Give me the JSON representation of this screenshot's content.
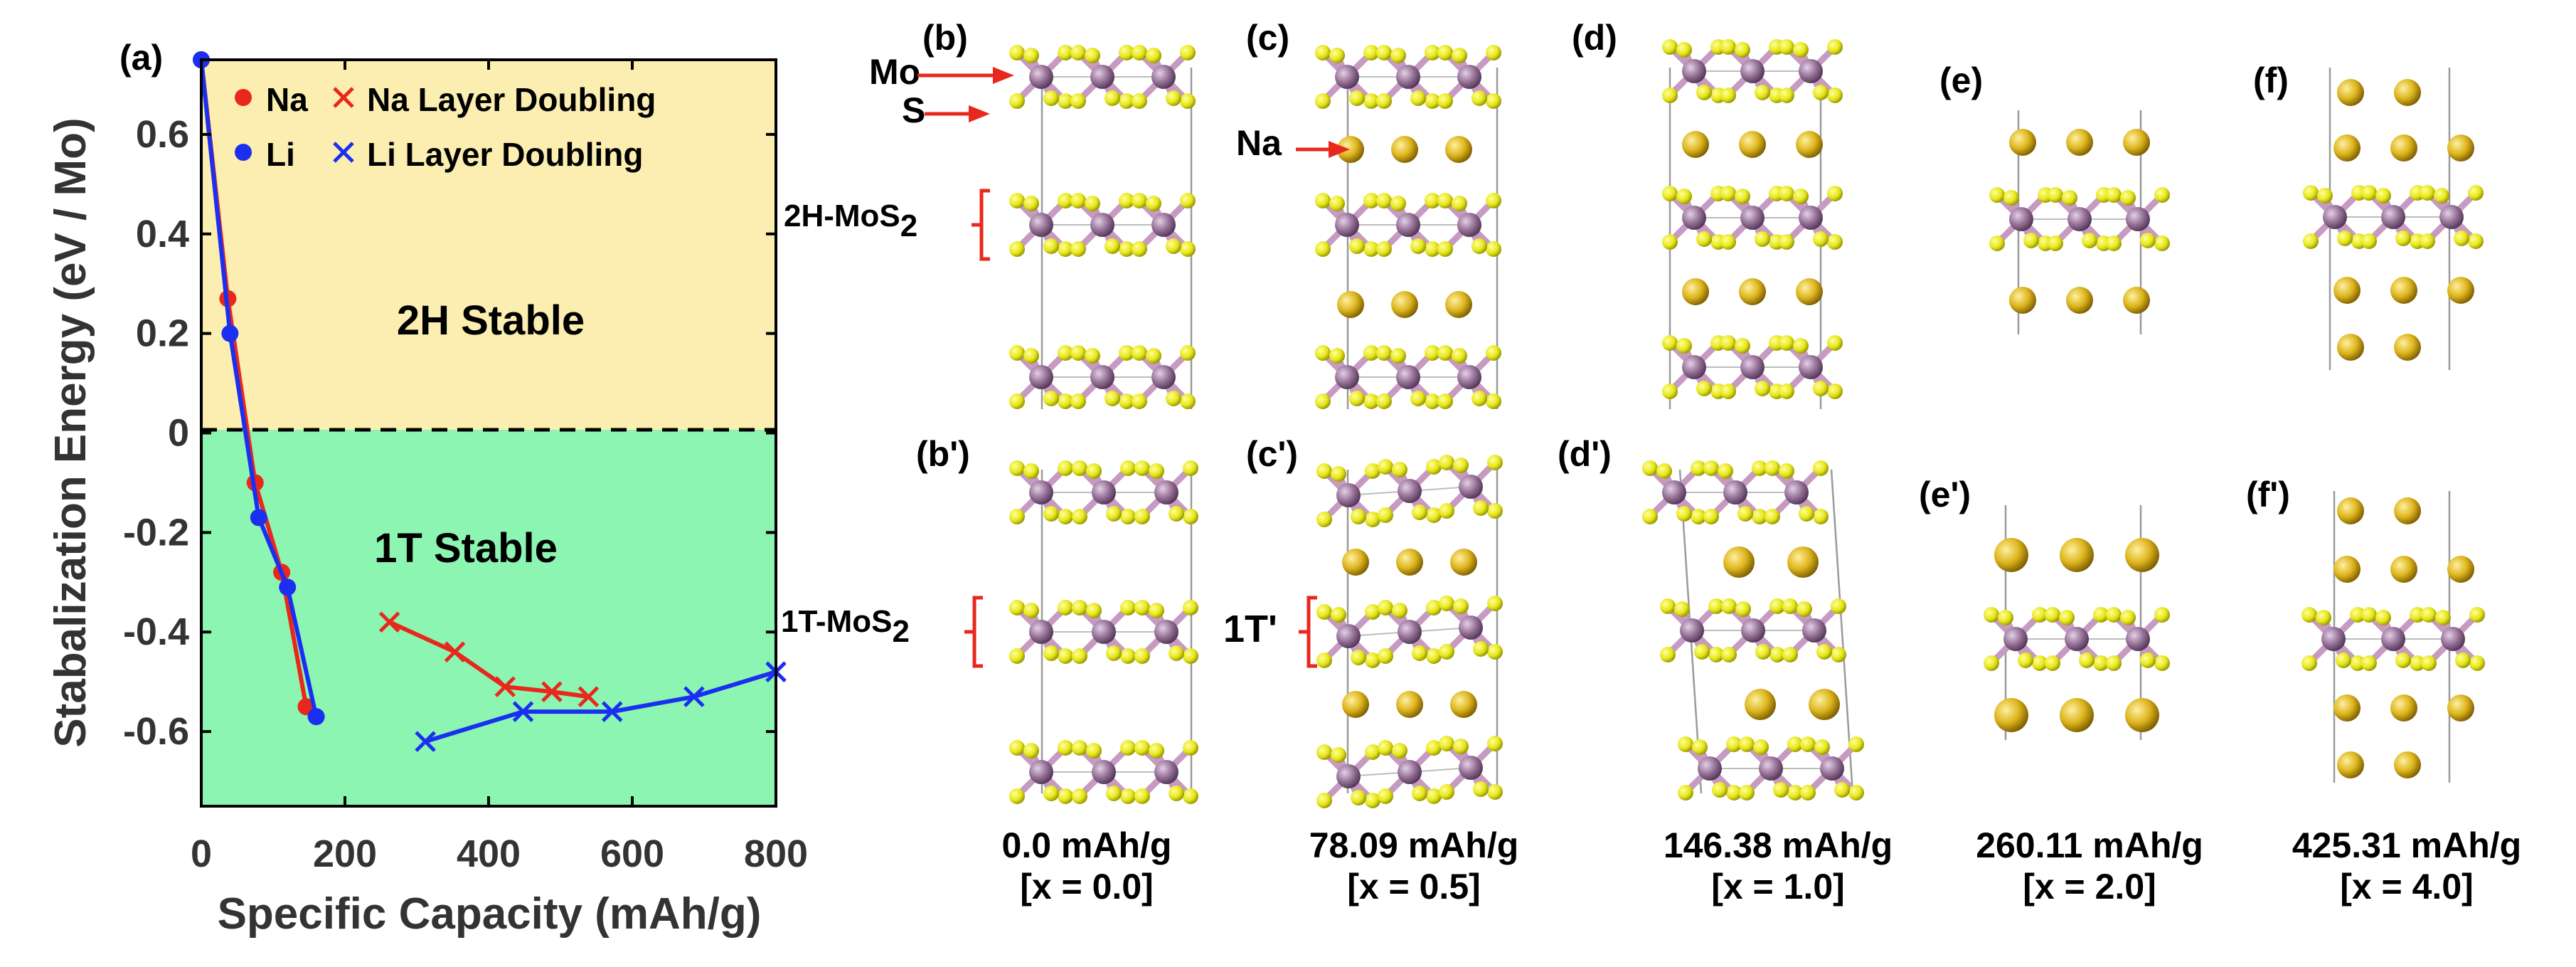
{
  "chart_data": {
    "type": "line",
    "panel_label": "(a)",
    "xlabel": "Specific Capacity (mAh/g)",
    "ylabel": "Stabalization Energy (eV / Mo)",
    "xlim": [
      0,
      800
    ],
    "ylim": [
      -0.75,
      0.75
    ],
    "xticks": [
      0,
      200,
      400,
      600,
      800
    ],
    "xtick_labels": [
      "0",
      "200",
      "400",
      "600",
      "800"
    ],
    "yticks": [
      0.6,
      0.4,
      0.2,
      0,
      -0.2,
      -0.4,
      -0.6
    ],
    "ytick_labels": [
      "0.6",
      "0.4",
      "0.2",
      "0",
      "-0.2",
      "-0.4",
      "-0.6"
    ],
    "grid": false,
    "legend_position": "top",
    "zero_line": {
      "y": 0,
      "style": "dashed"
    },
    "regions": [
      {
        "label": "2H Stable",
        "y_range": [
          0,
          0.75
        ],
        "color": "#fbeeb0"
      },
      {
        "label": "1T Stable",
        "y_range": [
          -0.75,
          0
        ],
        "color": "#8cf5b2"
      }
    ],
    "series": [
      {
        "name": "Na",
        "marker": "circle",
        "color": "#e8281c",
        "x": [
          0,
          37,
          75,
          112,
          146
        ],
        "y": [
          0.75,
          0.27,
          -0.1,
          -0.28,
          -0.55
        ]
      },
      {
        "name": "Li",
        "marker": "circle",
        "color": "#1a2ff0",
        "x": [
          0,
          40,
          80,
          120,
          160
        ],
        "y": [
          0.75,
          0.2,
          -0.17,
          -0.31,
          -0.57
        ]
      },
      {
        "name": "Na Layer Doubling",
        "marker": "x",
        "color": "#e8281c",
        "x": [
          262,
          353,
          423,
          488,
          539
        ],
        "y": [
          -0.38,
          -0.44,
          -0.51,
          -0.52,
          -0.53
        ]
      },
      {
        "name": "Li Layer Doubling",
        "marker": "x",
        "color": "#1a2ff0",
        "x": [
          312,
          448,
          572,
          686,
          800
        ],
        "y": [
          -0.62,
          -0.56,
          -0.56,
          -0.53,
          -0.48
        ]
      }
    ]
  },
  "structures": {
    "top_row": [
      {
        "label": "(b)"
      },
      {
        "label": "(c)"
      },
      {
        "label": "(d)"
      },
      {
        "label": "(e)"
      },
      {
        "label": "(f)"
      }
    ],
    "bottom_row": [
      {
        "label": "(b')"
      },
      {
        "label": "(c')"
      },
      {
        "label": "(d')"
      },
      {
        "label": "(e')"
      },
      {
        "label": "(f')"
      }
    ],
    "annotations": {
      "mo": "Mo",
      "s": "S",
      "na": "Na",
      "mos2_2h_main": "2H-MoS",
      "mos2_2h_sub": "2",
      "mos2_1t_main": "1T-MoS",
      "mos2_1t_sub": "2",
      "t1_prime": "1T'"
    },
    "captions": [
      {
        "capacity": "0.0 mAh/g",
        "x": "[x = 0.0]"
      },
      {
        "capacity": "78.09 mAh/g",
        "x": "[x = 0.5]"
      },
      {
        "capacity": "146.38 mAh/g",
        "x": "[x = 1.0]"
      },
      {
        "capacity": "260.11 mAh/g",
        "x": "[x = 2.0]"
      },
      {
        "capacity": "425.31 mAh/g",
        "x": "[x = 4.0]"
      }
    ],
    "colors": {
      "mo": "#9b7a9e",
      "s": "#e8e81c",
      "na": "#e0b81e",
      "bond": "#c79ac2"
    }
  }
}
